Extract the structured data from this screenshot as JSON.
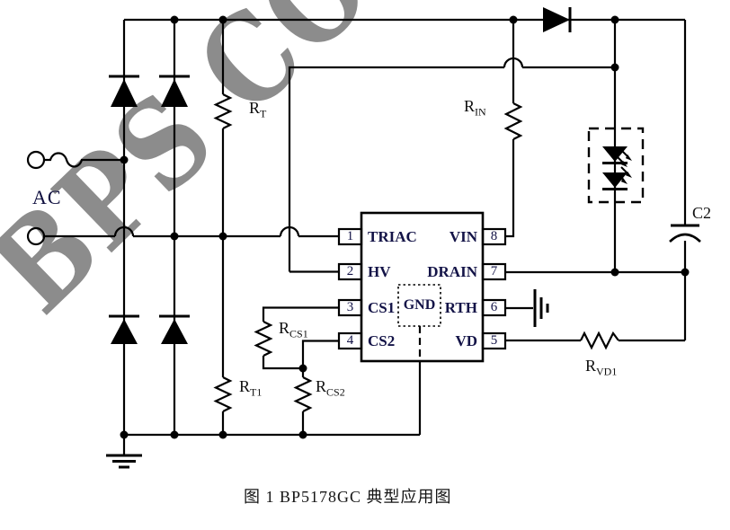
{
  "watermark_text": "BPS CONF",
  "caption": "图 1 BP5178GC 典型应用图",
  "labels": {
    "ac": "AC",
    "c2": "C2",
    "r_t": {
      "base": "R",
      "sub": "T"
    },
    "r_in": {
      "base": "R",
      "sub": "IN"
    },
    "r_t1": {
      "base": "R",
      "sub": "T1"
    },
    "r_cs1": {
      "base": "R",
      "sub": "CS1"
    },
    "r_cs2": {
      "base": "R",
      "sub": "CS2"
    },
    "r_vd1": {
      "base": "R",
      "sub": "VD1"
    }
  },
  "ic": {
    "left_pins": [
      {
        "num": "1",
        "name": "TRIAC"
      },
      {
        "num": "2",
        "name": "HV"
      },
      {
        "num": "3",
        "name": "CS1"
      },
      {
        "num": "4",
        "name": "CS2"
      }
    ],
    "right_pins": [
      {
        "num": "8",
        "name": "VIN"
      },
      {
        "num": "7",
        "name": "DRAIN"
      },
      {
        "num": "6",
        "name": "RTH"
      },
      {
        "num": "5",
        "name": "VD"
      }
    ],
    "gnd": "GND"
  },
  "colors": {
    "wire": "#000000",
    "ic_text": "#131347",
    "label_text": "#0e0e0e",
    "watermark": "#8c8c8c",
    "background": "#ffffff"
  }
}
